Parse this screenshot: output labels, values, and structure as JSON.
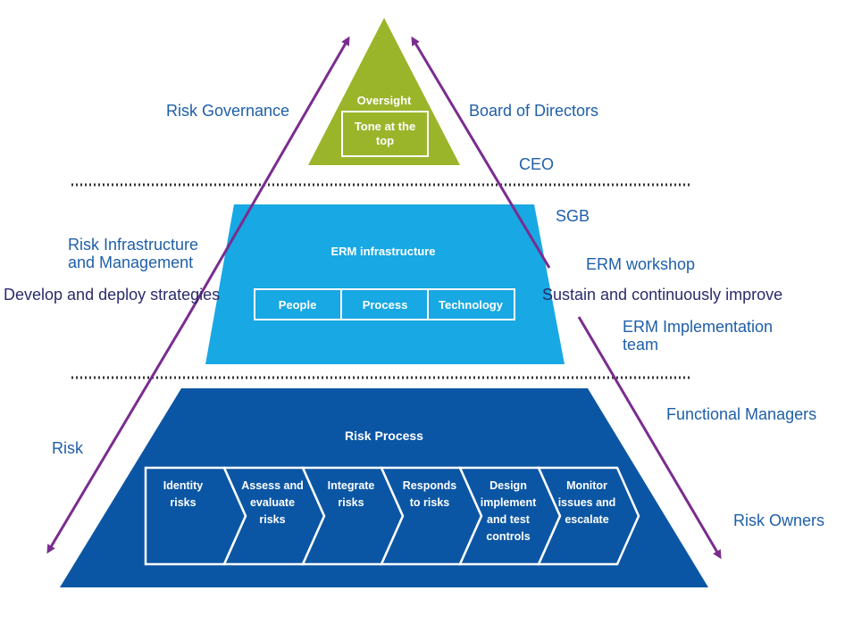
{
  "colors": {
    "top_tier": "#9bb52b",
    "mid_tier": "#18a8e3",
    "bottom_tier": "#0b56a4",
    "arrow": "#7b2c8f",
    "label_blue": "#1f5fa8",
    "label_dark": "#2b2b6b",
    "dots": "#333333"
  },
  "top": {
    "title": "Oversight",
    "box_line1": "Tone at the",
    "box_line2": "top"
  },
  "middle": {
    "title": "ERM infrastructure",
    "cells": [
      "People",
      "Process",
      "Technology"
    ]
  },
  "bottom": {
    "title": "Risk Process",
    "steps": [
      [
        "Identity",
        "risks"
      ],
      [
        "Assess and",
        "evaluate",
        "risks"
      ],
      [
        "Integrate",
        "risks"
      ],
      [
        "Responds",
        "to risks"
      ],
      [
        "Design",
        "implement",
        "and test",
        "controls"
      ],
      [
        "Monitor",
        "issues and",
        "escalate"
      ]
    ]
  },
  "left_labels": {
    "governance": "Risk Governance",
    "infrastructure": "Risk Infrastructure and Management",
    "strategies": "Develop and deploy strategies",
    "risk": "Risk"
  },
  "right_labels": {
    "board": "Board of Directors",
    "ceo": "CEO",
    "sgb": "SGB",
    "workshop": "ERM workshop",
    "sustain": "Sustain and continuously improve",
    "impl_team": "ERM Implementation team",
    "functional": "Functional Managers",
    "owners": "Risk Owners"
  }
}
